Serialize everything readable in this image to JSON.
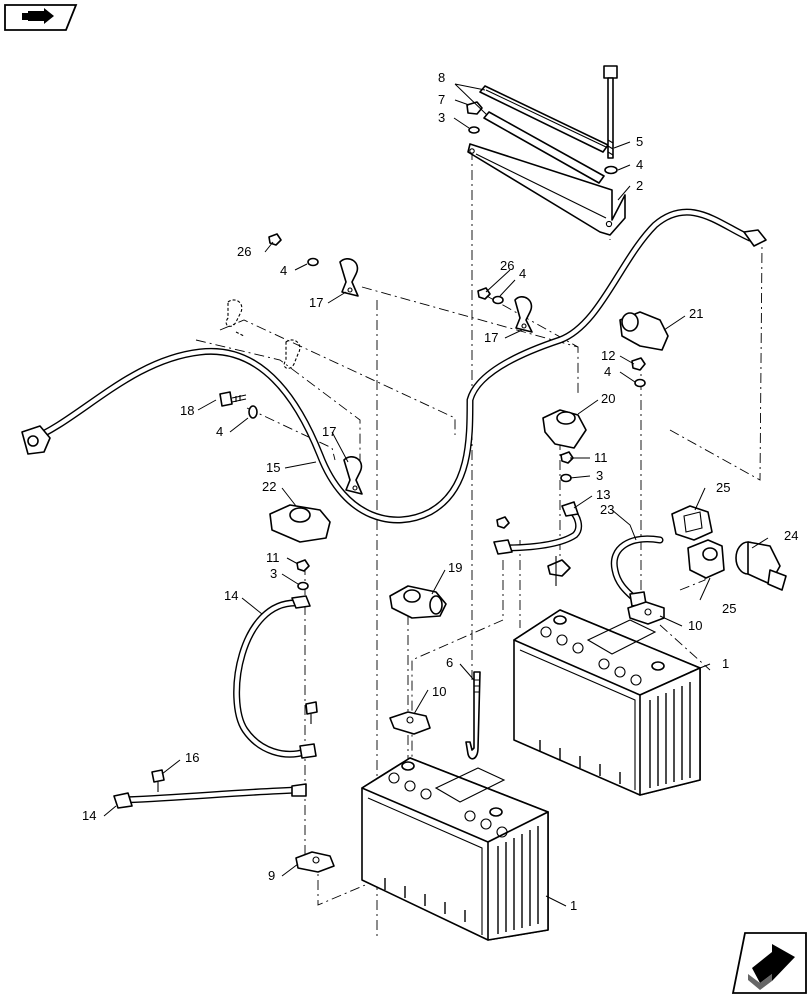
{
  "nav": {
    "back_icon": "back-arrow-icon",
    "next_icon": "next-arrow-icon"
  },
  "callouts": {
    "c1a": "1",
    "c1b": "1",
    "c2": "2",
    "c3a": "3",
    "c3b": "3",
    "c3c": "3",
    "c4a": "4",
    "c4b": "4",
    "c4c": "4",
    "c4d": "4",
    "c4e": "4",
    "c5": "5",
    "c6": "6",
    "c7": "7",
    "c8": "8",
    "c9": "9",
    "c10a": "10",
    "c10b": "10",
    "c11a": "11",
    "c11b": "11",
    "c12": "12",
    "c13": "13",
    "c14a": "14",
    "c14b": "14",
    "c15": "15",
    "c16": "16",
    "c17a": "17",
    "c17b": "17",
    "c17c": "17",
    "c18": "18",
    "c19": "19",
    "c20": "20",
    "c21": "21",
    "c22": "22",
    "c23": "23",
    "c24": "24",
    "c25a": "25",
    "c25b": "25",
    "c26a": "26",
    "c26b": "26"
  }
}
